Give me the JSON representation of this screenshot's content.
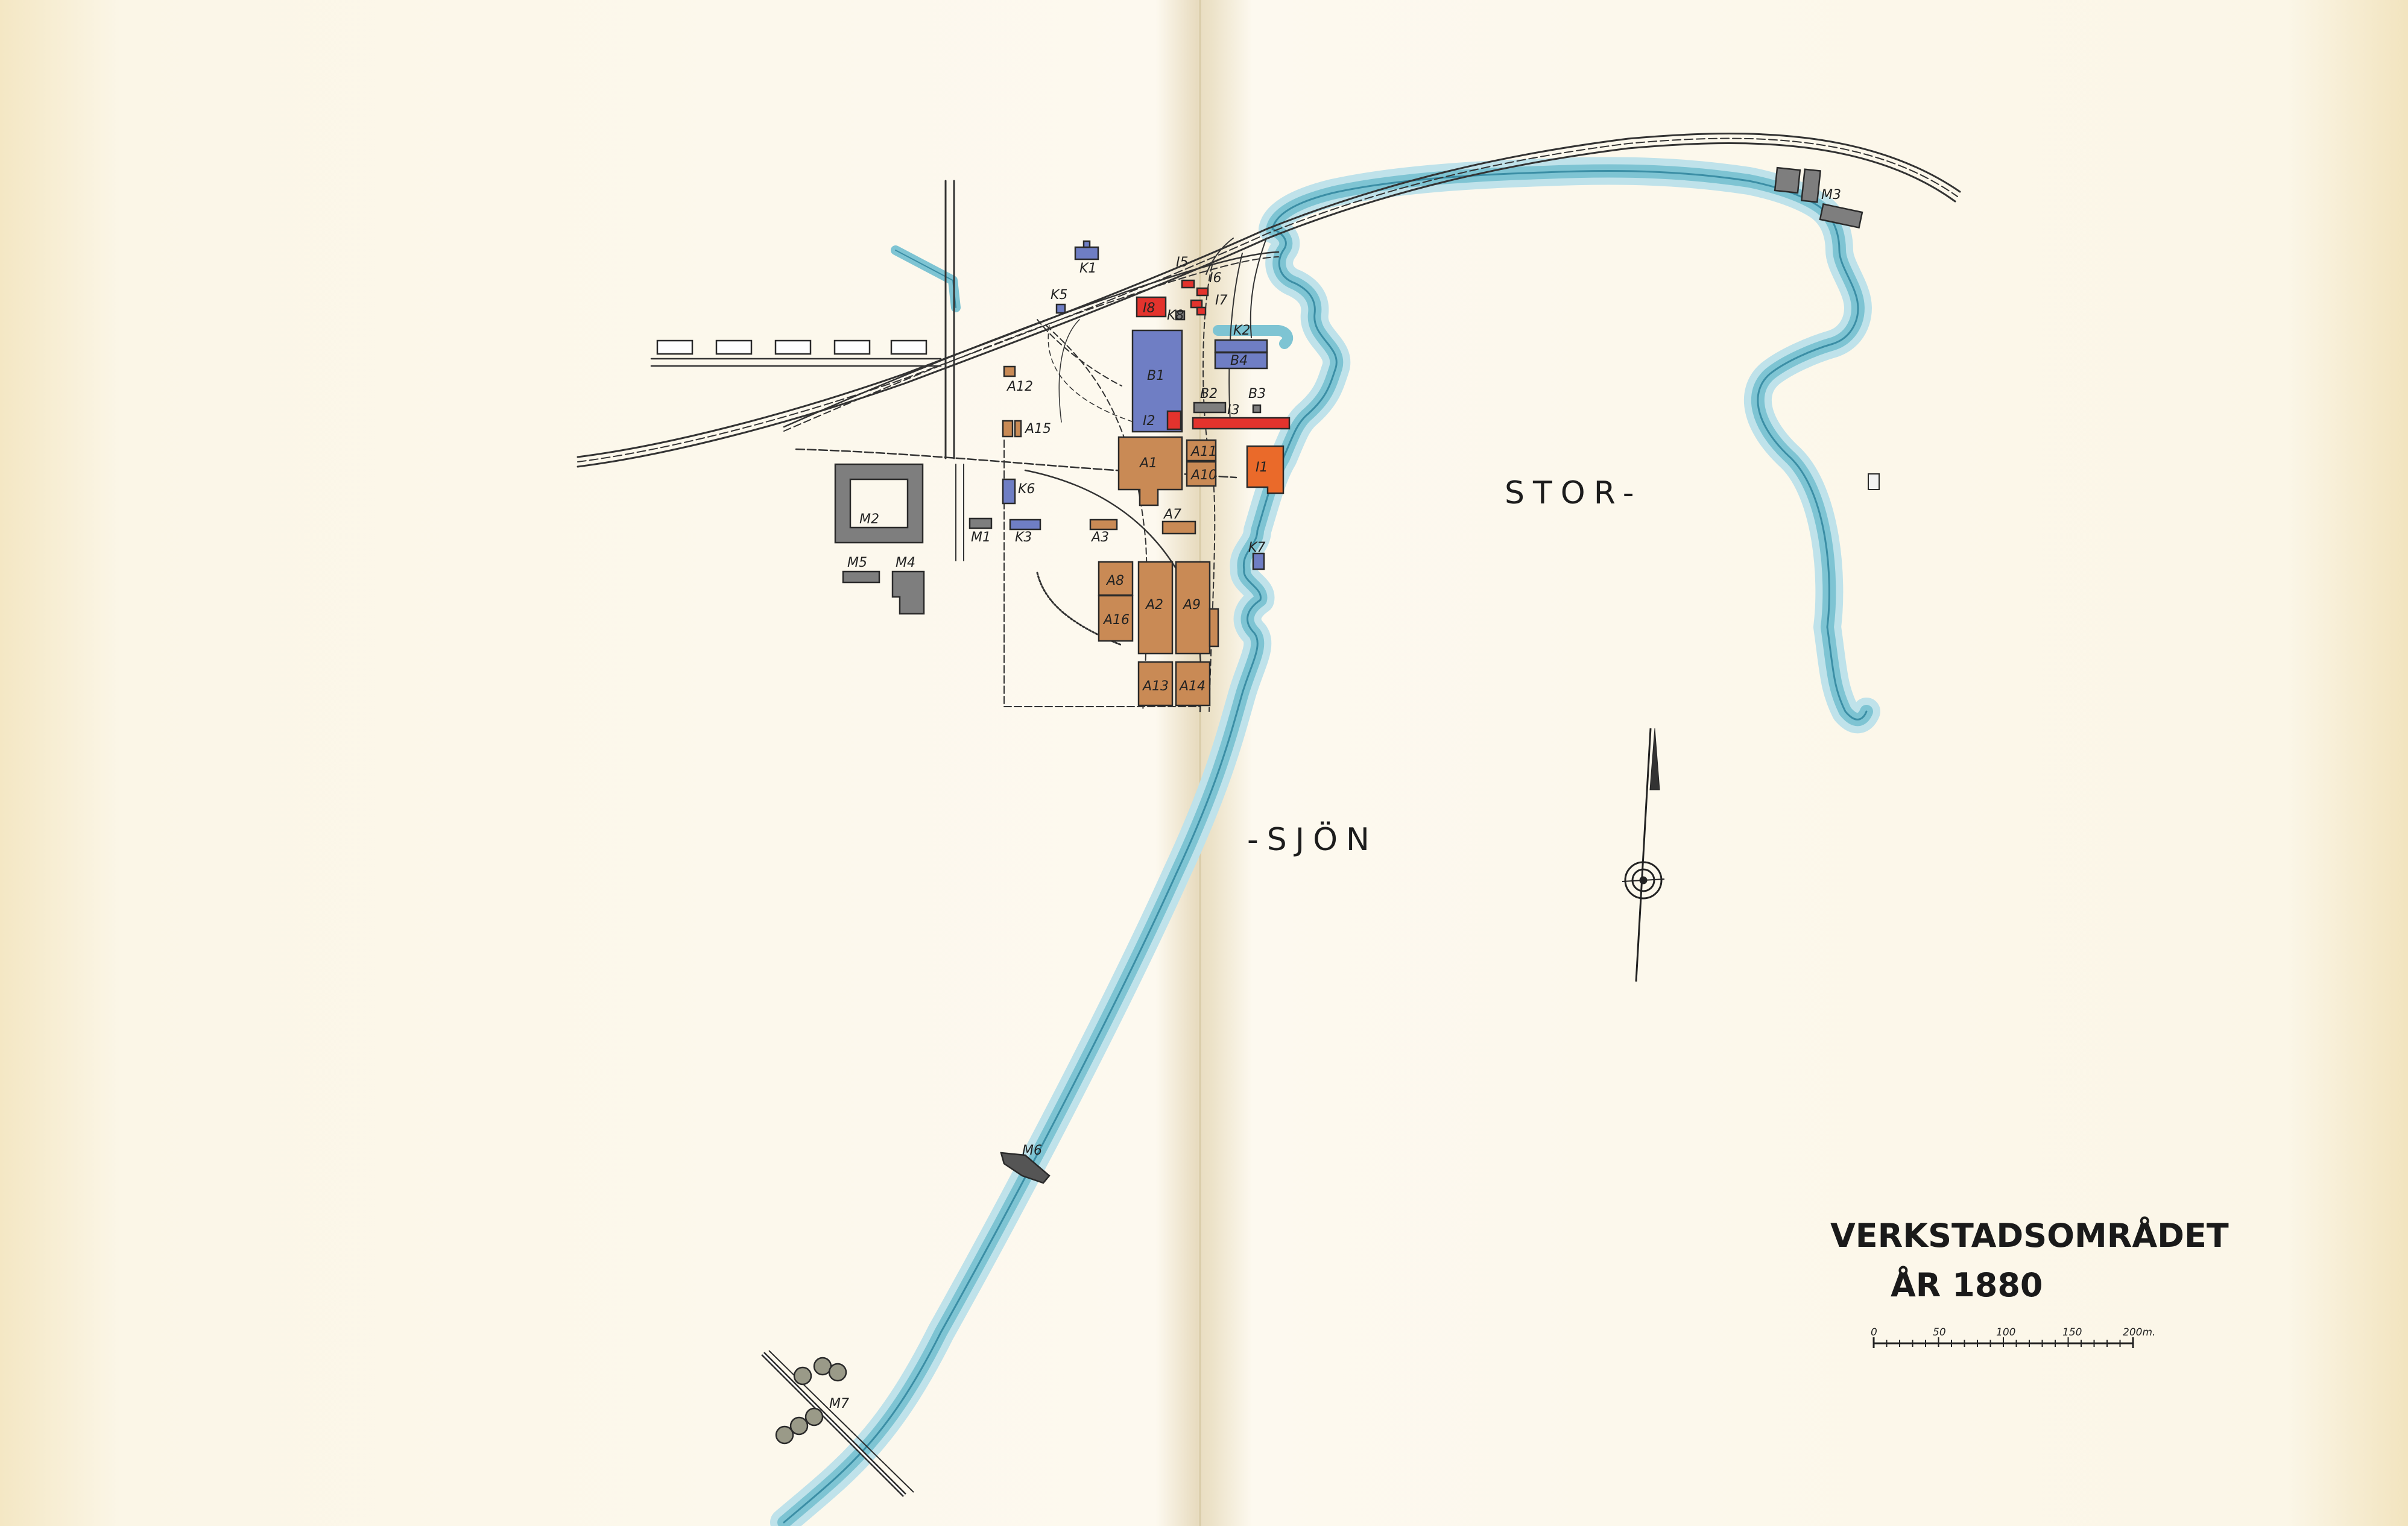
{
  "map": {
    "title_line1": "VERKSTADSOMRÅDET",
    "title_line2": "ÅR 1880",
    "lake_label_part1": "STOR-",
    "lake_label_part2": "-SJÖN",
    "scale_labels": [
      "0",
      "50",
      "100",
      "150",
      "200m."
    ],
    "north_arrow_icon": "north-arrow-icon",
    "colors": {
      "paper": "#fdf9ee",
      "water_edge": "#7ec4d3",
      "water_light": "#bfe2ea",
      "building_orange": "#c98a55",
      "building_blue": "#6f7ec4",
      "building_red": "#e3332d",
      "building_red_orange": "#ea6a2a",
      "building_grey": "#7e7e7e"
    },
    "building_labels": {
      "K1": "K1",
      "K5": "K5",
      "K8": "K8",
      "K2": "K2",
      "K3": "K3",
      "K6": "K6",
      "K7": "K7",
      "B1": "B1",
      "B2": "B2",
      "B3": "B3",
      "B4": "B4",
      "A1": "A1",
      "A2": "A2",
      "A3": "A3",
      "A7": "A7",
      "A8": "A8",
      "A9": "A9",
      "A10": "A10",
      "A11": "A11",
      "A12": "A12",
      "A13": "A13",
      "A14": "A14",
      "A15": "A15",
      "A16": "A16",
      "I1": "I1",
      "I2": "I2",
      "I3": "I3",
      "I5": "I5",
      "I6": "I6",
      "I7": "I7",
      "I8": "I8",
      "M1": "M1",
      "M2": "M2",
      "M3": "M3",
      "M4": "M4",
      "M5": "M5",
      "M6": "M6",
      "M7": "M7"
    }
  }
}
